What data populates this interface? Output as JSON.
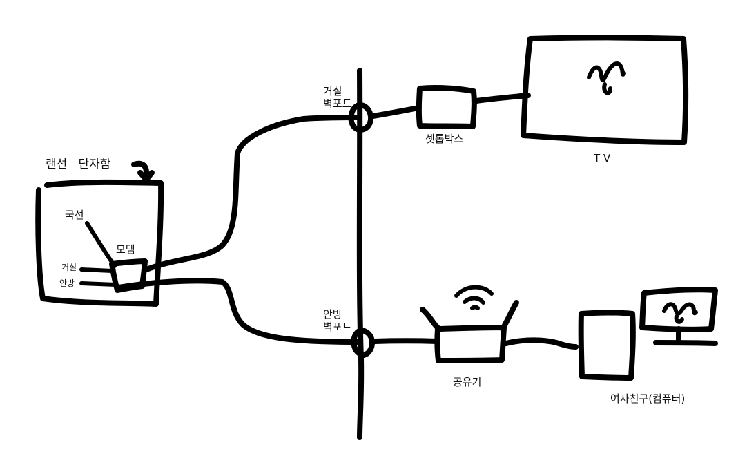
{
  "labels": {
    "junction_box": "랜선   단자함",
    "phone_line": "국선",
    "modem": "모뎀",
    "living_room_jack": "거실",
    "bedroom_jack": "안방",
    "living_wall_port": "거실\n벽포트",
    "bedroom_wall_port": "안방\n벽포트",
    "settop_box": "셋톱박스",
    "tv": "T V",
    "router": "공유기",
    "girlfriend_pc": "여자친구(컴퓨터)"
  }
}
